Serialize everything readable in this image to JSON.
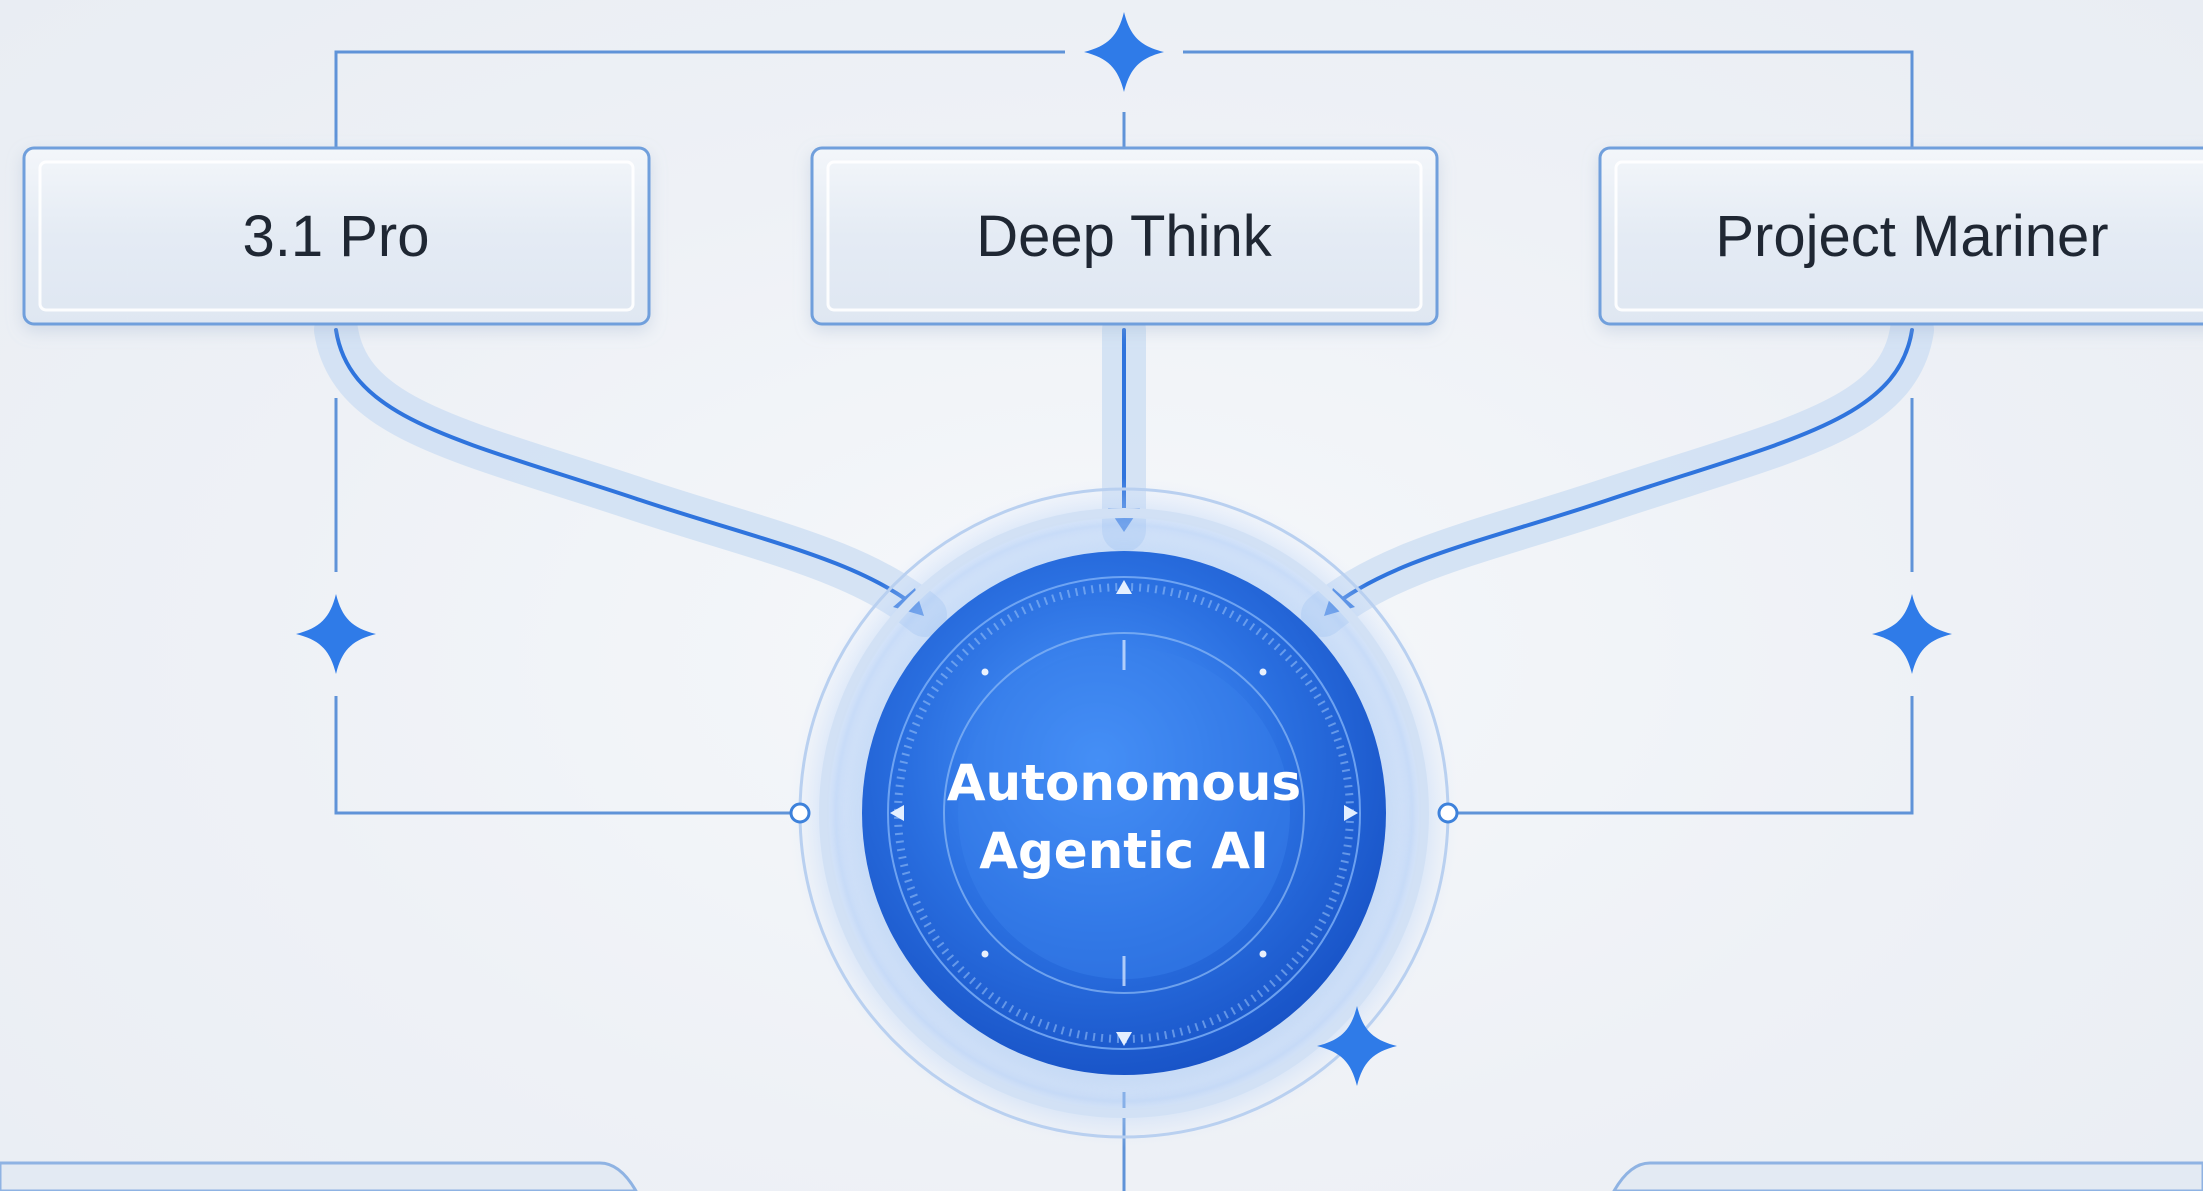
{
  "nodes": {
    "left": {
      "label": "3.1 Pro"
    },
    "center": {
      "label": "Deep Think"
    },
    "right": {
      "label": "Project Mariner"
    }
  },
  "hub": {
    "line1": "Autonomous",
    "line2": "Agentic AI"
  },
  "colors": {
    "accent": "#2f7be8",
    "line": "#3e82db",
    "hub_core": "#1f63d8",
    "hub_glow": "#8fbaf5",
    "box_border": "#6f9fdc",
    "box_fill": "#e6ecf4",
    "background": "#eef1f6"
  },
  "icons": [
    "sparkle-icon",
    "arrow-head-icon",
    "connector-dot-icon"
  ]
}
